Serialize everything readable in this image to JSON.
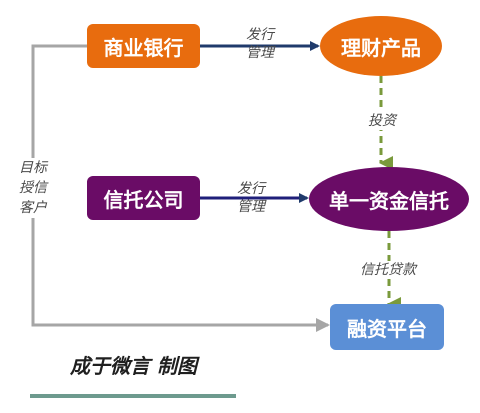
{
  "nodes": {
    "commercial_bank": {
      "label": "商业银行"
    },
    "wealth_product": {
      "label": "理财产品"
    },
    "trust_company": {
      "label": "信托公司"
    },
    "single_trust": {
      "label": "单一资金信托"
    },
    "financing_platform": {
      "label": "融资平台"
    }
  },
  "edge_labels": {
    "issue_manage_top": {
      "line1": "发行",
      "line2": "管理"
    },
    "invest": "投资",
    "issue_manage_mid": {
      "line1": "发行",
      "line2": "管理"
    },
    "trust_loan": "信托贷款",
    "target_client": {
      "line1": "目标",
      "line2": "授信",
      "line3": "客户"
    }
  },
  "footer": {
    "credit": "成于微言 制图"
  },
  "colors": {
    "orange": "#e86c0e",
    "purple": "#6a0c66",
    "blue": "#5b8fd6",
    "navy_arrow": "#1f3a6b",
    "green_arrow": "#7a9a3c",
    "gray_line": "#a6a6a6",
    "footer_bar": "#6d9a8e"
  }
}
